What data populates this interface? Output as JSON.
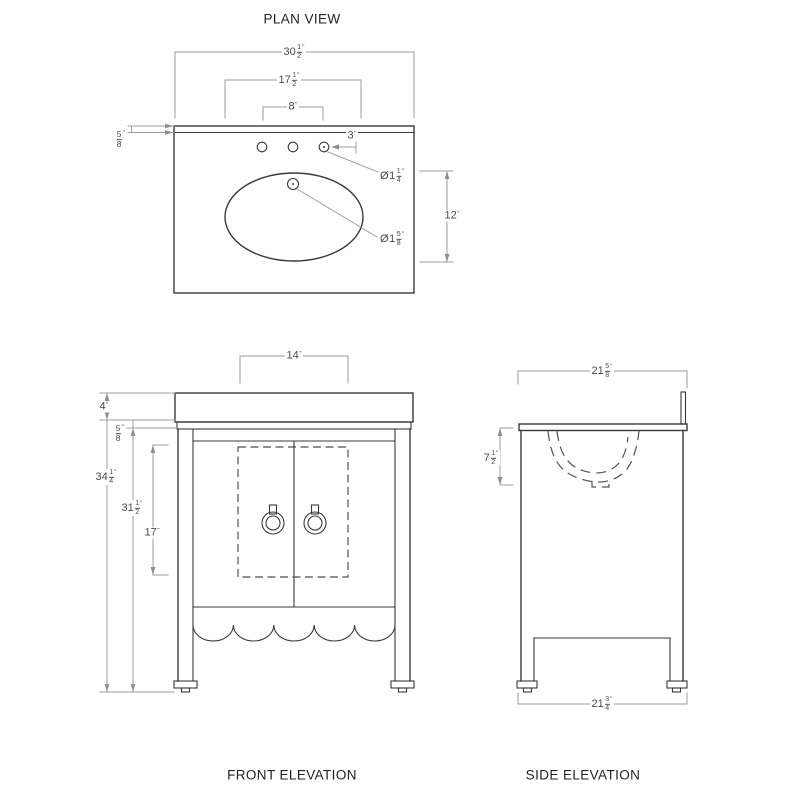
{
  "colors": {
    "background": "#ffffff",
    "object_line": "#3a3a3a",
    "dimension_line": "#9c9c9c",
    "dimension_text": "#4a4a4a",
    "title_text": "#222222"
  },
  "plan": {
    "title": "PLAN VIEW",
    "dims": {
      "overall_width": {
        "prefix": "",
        "whole": "30",
        "num": "1",
        "den": "2",
        "unit": "\""
      },
      "sink_cutout_width": {
        "prefix": "",
        "whole": "17",
        "num": "1",
        "den": "2",
        "unit": "\""
      },
      "faucet_spread": {
        "prefix": "",
        "whole": "8",
        "num": "",
        "den": "",
        "unit": "\""
      },
      "hole_offset": {
        "prefix": "",
        "whole": "3",
        "num": "",
        "den": "",
        "unit": "\""
      },
      "backsplash_thickness": {
        "prefix": "",
        "whole": "",
        "num": "5",
        "den": "8",
        "unit": "\""
      },
      "sink_cutout_depth": {
        "prefix": "",
        "whole": "12",
        "num": "",
        "den": "",
        "unit": "\""
      },
      "faucet_hole_diameter": {
        "prefix": "Ø",
        "whole": "1",
        "num": "1",
        "den": "4",
        "unit": "\""
      },
      "drain_hole_diameter": {
        "prefix": "Ø",
        "whole": "1",
        "num": "5",
        "den": "8",
        "unit": "\""
      }
    }
  },
  "front": {
    "title": "FRONT ELEVATION",
    "dims": {
      "door_panel_width": {
        "prefix": "",
        "whole": "14",
        "num": "",
        "den": "",
        "unit": "\""
      },
      "backsplash_height": {
        "prefix": "",
        "whole": "4",
        "num": "",
        "den": "",
        "unit": "\""
      },
      "countertop_thickness": {
        "prefix": "",
        "whole": "",
        "num": "5",
        "den": "8",
        "unit": "\""
      },
      "overall_height": {
        "prefix": "",
        "whole": "34",
        "num": "1",
        "den": "4",
        "unit": "\""
      },
      "cabinet_height": {
        "prefix": "",
        "whole": "31",
        "num": "1",
        "den": "2",
        "unit": "\""
      },
      "door_panel_height": {
        "prefix": "",
        "whole": "17",
        "num": "",
        "den": "",
        "unit": "\""
      }
    }
  },
  "side": {
    "title": "SIDE ELEVATION",
    "dims": {
      "countertop_depth": {
        "prefix": "",
        "whole": "21",
        "num": "5",
        "den": "8",
        "unit": "\""
      },
      "bowl_depth": {
        "prefix": "",
        "whole": "7",
        "num": "1",
        "den": "2",
        "unit": "\""
      },
      "base_depth": {
        "prefix": "",
        "whole": "21",
        "num": "3",
        "den": "4",
        "unit": "\""
      }
    }
  }
}
